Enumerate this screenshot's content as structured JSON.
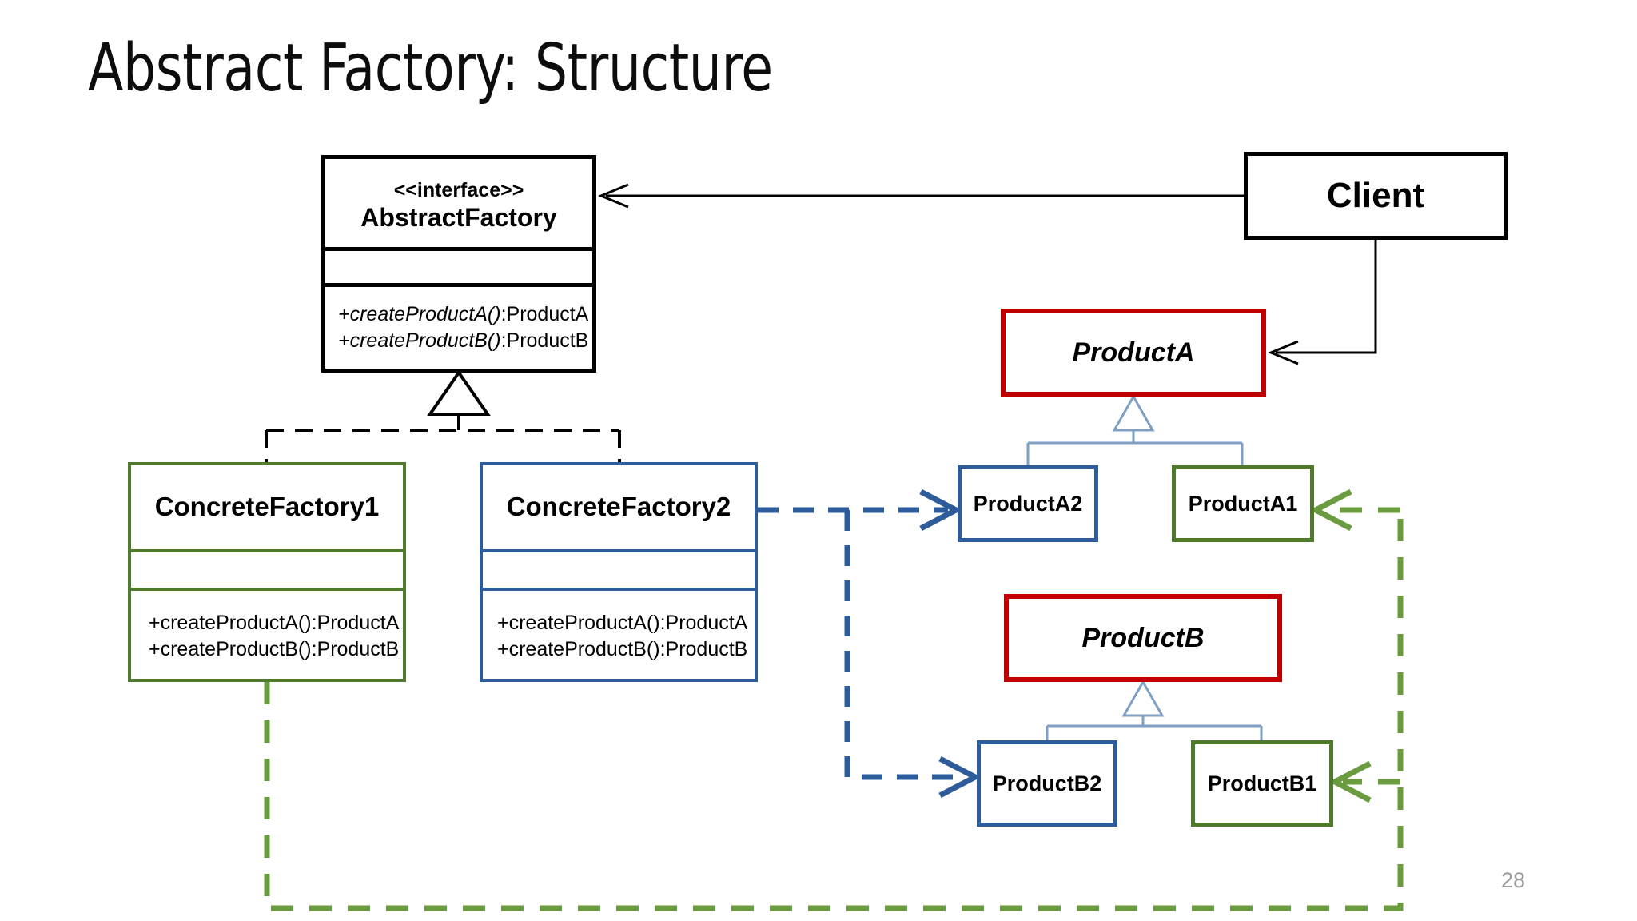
{
  "slide": {
    "title": "Abstract Factory: Structure",
    "page_number": "28",
    "background_color": "#ffffff"
  },
  "colors": {
    "black": "#000000",
    "green": "#4f7a2b",
    "blue": "#2e5c9a",
    "red": "#c00000",
    "light_blue_connector": "#7f9fc4",
    "page_number_gray": "#9b9b9b"
  },
  "diagram": {
    "type": "uml-class-diagram",
    "classes": {
      "abstract_factory": {
        "stereotype": "<<interface>>",
        "name": "AbstractFactory",
        "border_color": "#000000",
        "attributes": [],
        "operations": [
          {
            "signature": "+createProductA()",
            "return_type": ":ProductA",
            "abstract": true
          },
          {
            "signature": "+createProductB()",
            "return_type": ":ProductB",
            "abstract": true
          }
        ]
      },
      "client": {
        "name": "Client",
        "border_color": "#000000"
      },
      "concrete_factory_1": {
        "name": "ConcreteFactory1",
        "border_color": "#4f7a2b",
        "attributes": [],
        "operations": [
          {
            "signature": "+createProductA()",
            "return_type": ":ProductA",
            "abstract": false
          },
          {
            "signature": "+createProductB()",
            "return_type": ":ProductB",
            "abstract": false
          }
        ]
      },
      "concrete_factory_2": {
        "name": "ConcreteFactory2",
        "border_color": "#2e5c9a",
        "attributes": [],
        "operations": [
          {
            "signature": "+createProductA()",
            "return_type": ":ProductA",
            "abstract": false
          },
          {
            "signature": "+createProductB()",
            "return_type": ":ProductB",
            "abstract": false
          }
        ]
      },
      "product_a": {
        "name": "ProductA",
        "border_color": "#c00000",
        "abstract": true
      },
      "product_b": {
        "name": "ProductB",
        "border_color": "#c00000",
        "abstract": true
      },
      "product_a1": {
        "name": "ProductA1",
        "border_color": "#4f7a2b"
      },
      "product_a2": {
        "name": "ProductA2",
        "border_color": "#2e5c9a"
      },
      "product_b1": {
        "name": "ProductB1",
        "border_color": "#4f7a2b"
      },
      "product_b2": {
        "name": "ProductB2",
        "border_color": "#2e5c9a"
      }
    },
    "relationships": [
      {
        "from": "Client",
        "to": "AbstractFactory",
        "kind": "association",
        "style": "solid",
        "color": "#000000"
      },
      {
        "from": "Client",
        "to": "ProductA",
        "kind": "association",
        "style": "solid",
        "color": "#000000"
      },
      {
        "from": "ConcreteFactory1",
        "to": "AbstractFactory",
        "kind": "realization",
        "style": "dashed",
        "color": "#000000"
      },
      {
        "from": "ConcreteFactory2",
        "to": "AbstractFactory",
        "kind": "realization",
        "style": "dashed",
        "color": "#000000"
      },
      {
        "from": "ProductA2",
        "to": "ProductA",
        "kind": "generalization",
        "style": "solid",
        "color": "#7f9fc4"
      },
      {
        "from": "ProductA1",
        "to": "ProductA",
        "kind": "generalization",
        "style": "solid",
        "color": "#7f9fc4"
      },
      {
        "from": "ProductB2",
        "to": "ProductB",
        "kind": "generalization",
        "style": "solid",
        "color": "#7f9fc4"
      },
      {
        "from": "ProductB1",
        "to": "ProductB",
        "kind": "generalization",
        "style": "solid",
        "color": "#7f9fc4"
      },
      {
        "from": "ConcreteFactory2",
        "to": "ProductA2",
        "kind": "dependency",
        "style": "dashed",
        "color": "#2e5c9a"
      },
      {
        "from": "ConcreteFactory2",
        "to": "ProductB2",
        "kind": "dependency",
        "style": "dashed",
        "color": "#2e5c9a"
      },
      {
        "from": "ConcreteFactory1",
        "to": "ProductA1",
        "kind": "dependency",
        "style": "dashed",
        "color": "#4f7a2b"
      },
      {
        "from": "ConcreteFactory1",
        "to": "ProductB1",
        "kind": "dependency",
        "style": "dashed",
        "color": "#4f7a2b"
      }
    ]
  }
}
